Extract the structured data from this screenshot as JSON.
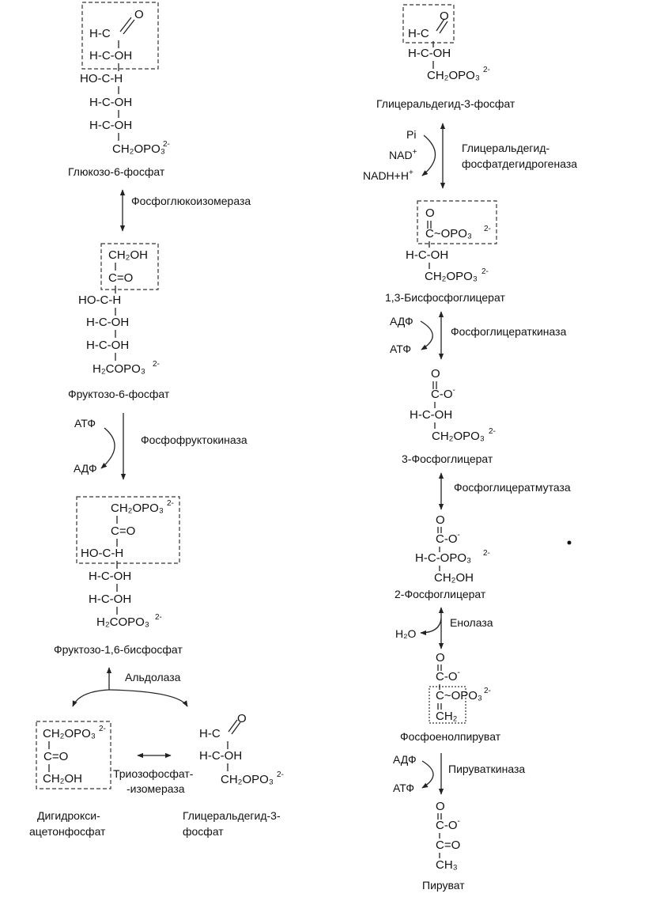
{
  "left": {
    "glucose6p": {
      "name": "Глюкозо-6-фосфат",
      "rows": {
        "r1": "H-C",
        "r1b": "=O",
        "r2": "H-C-OH",
        "r3": "HO-C-H",
        "r4": "H-C-OH",
        "r5": "H-C-OH",
        "r6": "CH₂OPO₃",
        "charge": "2-"
      }
    },
    "step1": {
      "enzyme": "Фосфоглюкоизомераза"
    },
    "fructose6p": {
      "name": "Фруктозо-6-фосфат",
      "rows": {
        "r1": "CH₂OH",
        "r2": "C=O",
        "r3": "HO-C-H",
        "r4": "H-C-OH",
        "r5": "H-C-OH",
        "r6": "H₂COPO₃",
        "charge": "2-"
      }
    },
    "step2": {
      "enzyme": "Фосфофруктокиназа",
      "in": "АТФ",
      "out": "АДФ"
    },
    "fructose16bp": {
      "name": "Фруктозо-1,6-бисфосфат",
      "rows": {
        "r1": "CH₂OPO₃",
        "r2": "C=O",
        "r3": "HO-C-H",
        "r4": "H-C-OH",
        "r5": "H-C-OH",
        "r6": "H₂COPO₃",
        "charge": "2-"
      }
    },
    "step3": {
      "enzyme": "Альдолаза"
    },
    "dhap": {
      "name1": "Дигидрокси-",
      "name2": "ацетонфосфат",
      "rows": {
        "r1": "CH₂OPO₃",
        "r2": "C=O",
        "r3": "CH₂OH",
        "charge": "2-"
      }
    },
    "isomerase": {
      "line1": "Триозофосфат-",
      "line2": "-изомераза"
    },
    "gap_left": {
      "name1": "Глицеральдегид-3-",
      "name2": "фосфат",
      "rows": {
        "r1": "H-C",
        "r1b": "=O",
        "r2": "H-C-OH",
        "r3": "CH₂OPO₃",
        "charge": "2-"
      }
    }
  },
  "right": {
    "gap": {
      "name": "Глицеральдегид-3-фосфат",
      "rows": {
        "r1": "H-C",
        "r1b": "=O",
        "r2": "H-C-OH",
        "r3": "CH₂OPO₃",
        "charge": "2-"
      }
    },
    "step6": {
      "enzyme1": "Глицеральдегид-",
      "enzyme2": "фосфатдегидрогеназа",
      "in1": "Pi",
      "in2": "NAD",
      "in2sup": "+",
      "out": "NADH+H",
      "outsup": "+"
    },
    "bpg13": {
      "name": "1,3-Бисфосфоглицерат",
      "rows": {
        "r1": "O",
        "r2": "C~OPO₃",
        "r3": "H-C-OH",
        "r4": "CH₂OPO₃",
        "charge": "2-"
      }
    },
    "step7": {
      "enzyme": "Фосфоглицераткиназа",
      "in": "АДФ",
      "out": "АТФ"
    },
    "pg3": {
      "name": "3-Фосфоглицерат",
      "rows": {
        "r1": "O",
        "r2": "C-O",
        "r2sup": "-",
        "r3": "H-C-OH",
        "r4": "CH₂OPO₃",
        "charge": "2-"
      }
    },
    "step8": {
      "enzyme": "Фосфоглицератмутаза"
    },
    "pg2": {
      "name": "2-Фосфоглицерат",
      "rows": {
        "r1": "O",
        "r2": "C-O",
        "r2sup": "-",
        "r3": "H-C-OPO₃",
        "r4": "CH₂OH",
        "charge": "2-"
      }
    },
    "step9": {
      "enzyme": "Енолаза",
      "out": "H₂O"
    },
    "pep": {
      "name": "Фосфоенолпируват",
      "rows": {
        "r1": "O",
        "r2": "C-O",
        "r2sup": "-",
        "r3": "C~OPO₃",
        "r4": "CH₂",
        "charge": "2-"
      }
    },
    "step10": {
      "enzyme": "Пируваткиназа",
      "in": "АДФ",
      "out": "АТФ"
    },
    "pyruvate": {
      "name": "Пируват",
      "rows": {
        "r1": "O",
        "r2": "C-O",
        "r2sup": "-",
        "r3": "C=O",
        "r4": "CH₃"
      }
    }
  }
}
